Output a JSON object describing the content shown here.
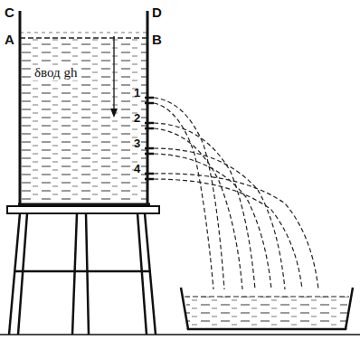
{
  "diagram": {
    "labels": [
      "C",
      "D",
      "A",
      "B",
      "δвод gh",
      "1",
      "2",
      "3",
      "4"
    ]
  }
}
